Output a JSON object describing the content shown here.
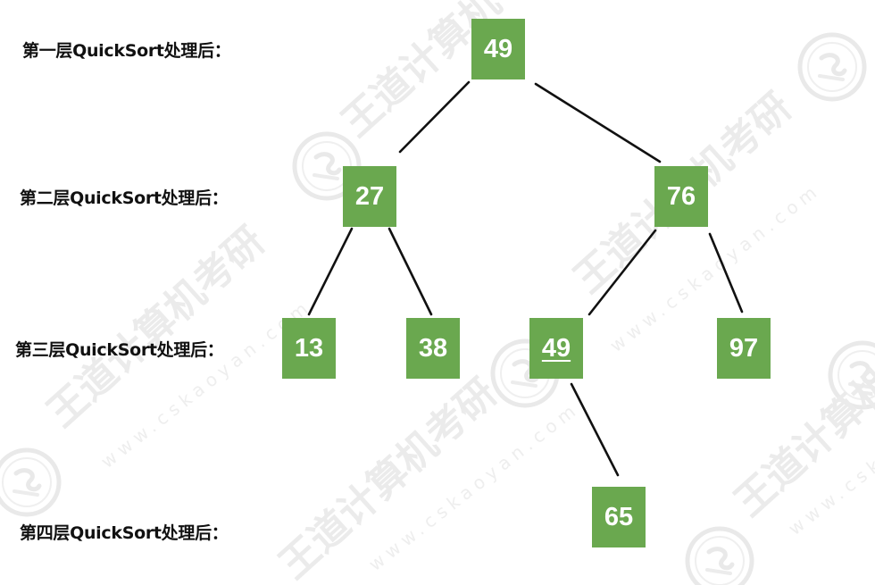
{
  "levels": [
    {
      "label": "第一层QuickSort处理后："
    },
    {
      "label": "第二层QuickSort处理后："
    },
    {
      "label": "第三层QuickSort处理后："
    },
    {
      "label": "第四层QuickSort处理后："
    }
  ],
  "nodes": {
    "root": {
      "value": "49"
    },
    "l2_left": {
      "value": "27"
    },
    "l2_right": {
      "value": "76"
    },
    "l3_a": {
      "value": "13"
    },
    "l3_b": {
      "value": "38"
    },
    "l3_c": {
      "value": "49",
      "underlined": true
    },
    "l3_d": {
      "value": "97"
    },
    "l4_a": {
      "value": "65"
    }
  },
  "colors": {
    "node_fill": "#6aa84f",
    "node_text": "#ffffff",
    "edge": "#111111",
    "label_text": "#111111"
  },
  "watermark": {
    "brand": "王道计算机考研",
    "site": "www.cskaoyan.com",
    "icon": "wangdao-seal-icon"
  }
}
